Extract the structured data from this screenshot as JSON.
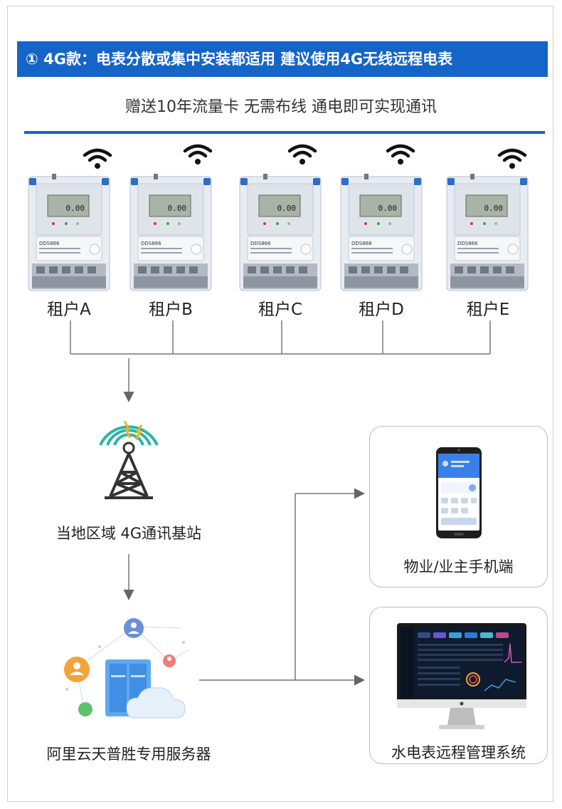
{
  "header": {
    "banner": "① 4G款：电表分散或集中安装都适用 建议使用4G无线远程电表",
    "subtitle": "赠送10年流量卡 无需布线 通电即可实现通讯"
  },
  "colors": {
    "brand": "#1565c8",
    "line": "#666666",
    "wifi": "#111111"
  },
  "tenants": [
    {
      "label": "租户A"
    },
    {
      "label": "租户B"
    },
    {
      "label": "租户C"
    },
    {
      "label": "租户D"
    },
    {
      "label": "租户E"
    }
  ],
  "meter_face": {
    "reading": "0.00",
    "model": "DDS866"
  },
  "tower": {
    "label": "当地区域 4G通讯基站",
    "icon": "cell-tower-icon"
  },
  "server": {
    "label": "阿里云天普胜专用服务器",
    "icon": "cloud-server-icon"
  },
  "endpoints": {
    "phone": {
      "label": "物业/业主手机端",
      "icon": "smartphone-icon"
    },
    "desktop": {
      "label": "水电表远程管理系统",
      "icon": "desktop-monitor-icon"
    }
  }
}
